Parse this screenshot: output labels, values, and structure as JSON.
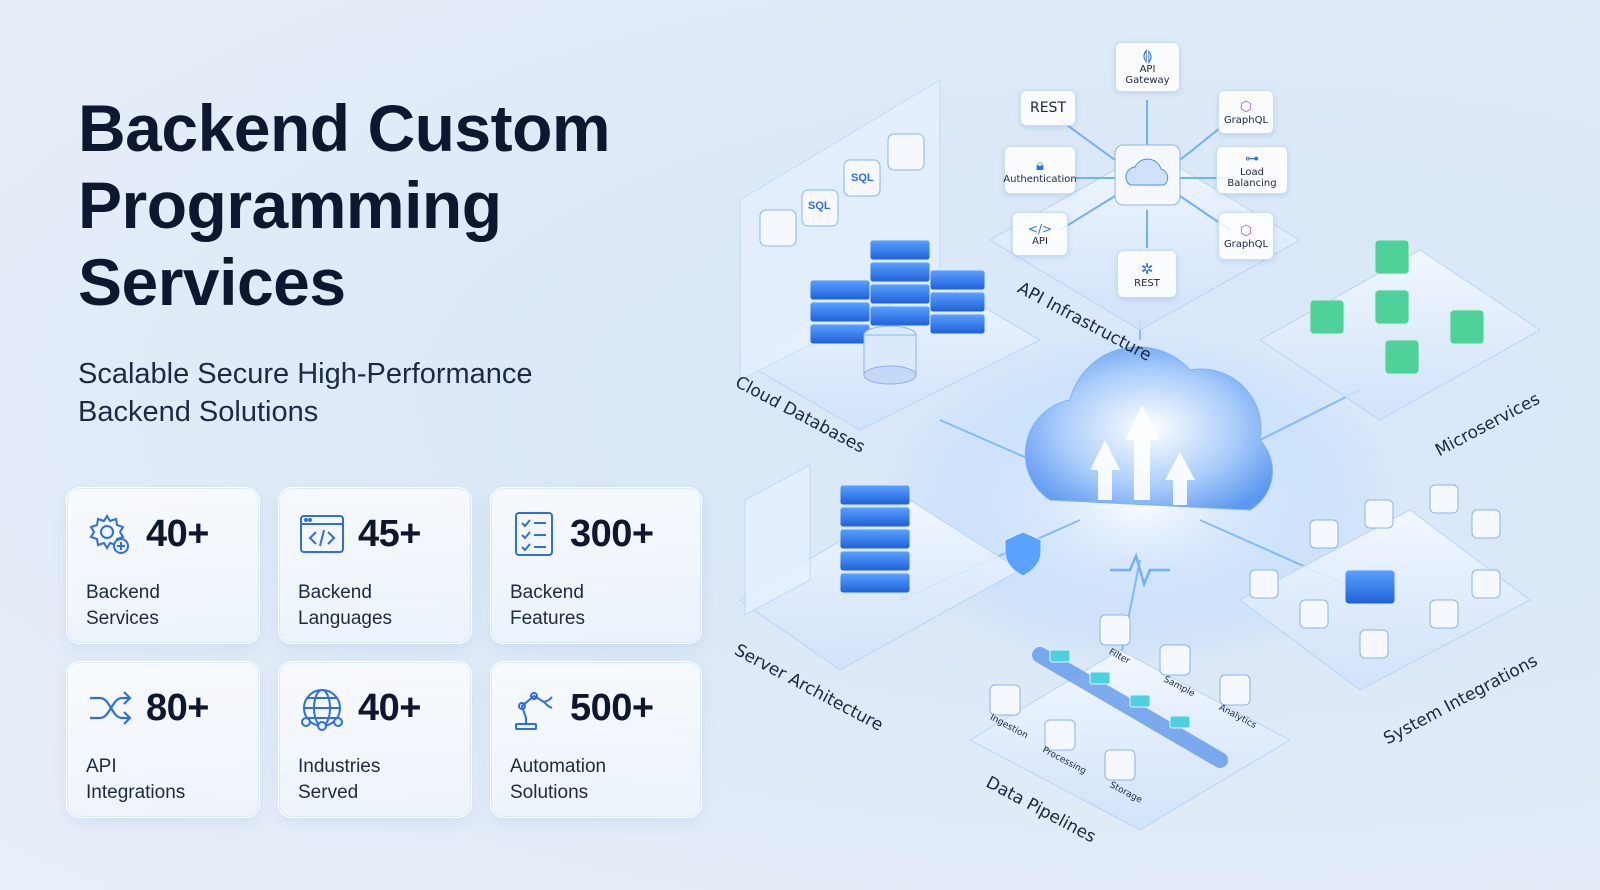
{
  "hero": {
    "title_line1": "Backend Custom",
    "title_line2": "Programming",
    "title_line3": "Services",
    "subtitle": "Scalable Secure High-Performance Backend Solutions"
  },
  "stats": [
    {
      "value": "40+",
      "label_line1": "Backend",
      "label_line2": "Services",
      "icon": "gear-plus-icon"
    },
    {
      "value": "45+",
      "label_line1": "Backend",
      "label_line2": "Languages",
      "icon": "code-window-icon"
    },
    {
      "value": "300+",
      "label_line1": "Backend",
      "label_line2": "Features",
      "icon": "checklist-icon"
    },
    {
      "value": "80+",
      "label_line1": "API",
      "label_line2": "Integrations",
      "icon": "shuffle-arrows-icon"
    },
    {
      "value": "40+",
      "label_line1": "Industries",
      "label_line2": "Served",
      "icon": "globe-network-icon"
    },
    {
      "value": "500+",
      "label_line1": "Automation",
      "label_line2": "Solutions",
      "icon": "robot-arm-icon"
    }
  ],
  "diagram": {
    "sections": {
      "cloud_databases": "Cloud Databases",
      "api_infrastructure": "API Infrastructure",
      "microservices": "Microservices",
      "server_architecture": "Server Architecture",
      "data_pipelines": "Data Pipelines",
      "system_integrations": "System Integrations"
    },
    "api_nodes": {
      "gateway": "API Gateway",
      "rest_top": "REST",
      "graphql_top": "GraphQL",
      "authentication": "Authentication",
      "load_balancing": "Load Balancing",
      "api": "API",
      "rest_bottom": "REST",
      "graphql_bottom": "GraphQL"
    },
    "db_icons": [
      "SQL",
      "SQL"
    ],
    "pipeline_nodes": {
      "filter": "Filter",
      "sample": "Sample",
      "analytics": "Analytics",
      "ingestion": "Ingestion",
      "processing": "Processing",
      "storage": "Storage"
    }
  },
  "colors": {
    "accent": "#2f6fe0",
    "heading": "#0d1830",
    "green": "#2fbf7a",
    "purple": "#b44fd6"
  }
}
